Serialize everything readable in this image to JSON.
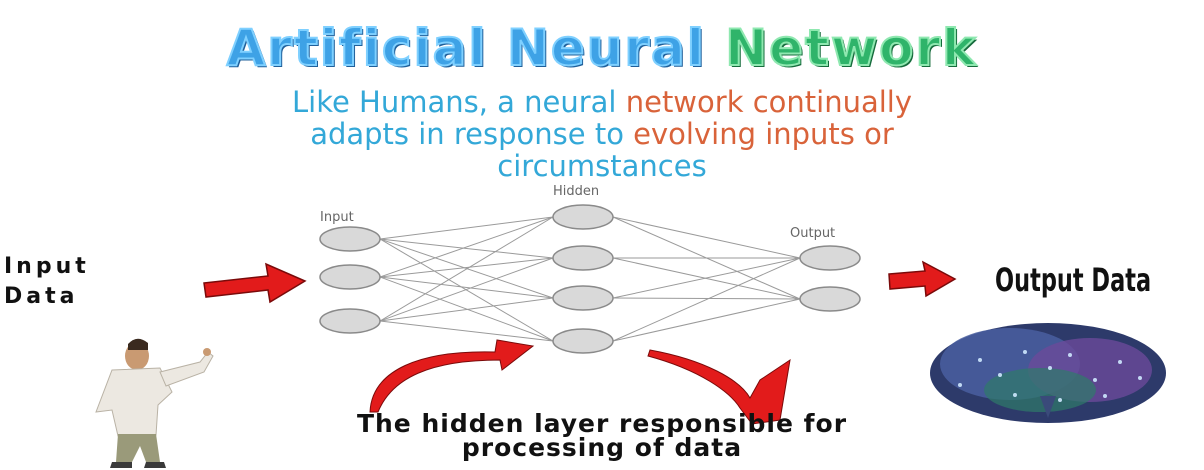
{
  "title": {
    "part1": "Artificial",
    "part2": "Neural",
    "part3": "Network"
  },
  "subtitle": {
    "seg1": "Like Humans, a neural ",
    "seg2": "network continually",
    "seg3": "adapts in response to ",
    "seg4": "evolving inputs or",
    "seg5": "circumstances"
  },
  "diagram": {
    "input_label": "Input",
    "hidden_label": "Hidden",
    "output_label": "Output",
    "layers": {
      "input": 3,
      "hidden": 4,
      "output": 2
    }
  },
  "labels": {
    "input_data": [
      "Input",
      "Data"
    ],
    "output_data": "Output Data",
    "hidden_caption": [
      "The hidden layer responsible for",
      "processing of data"
    ]
  },
  "colors": {
    "arrow_red": "#e21b1b",
    "node_fill": "#d9d9d9",
    "node_stroke": "#8a8a8a",
    "title_blue": "#3ea2e6",
    "title_green": "#2fb46a"
  }
}
